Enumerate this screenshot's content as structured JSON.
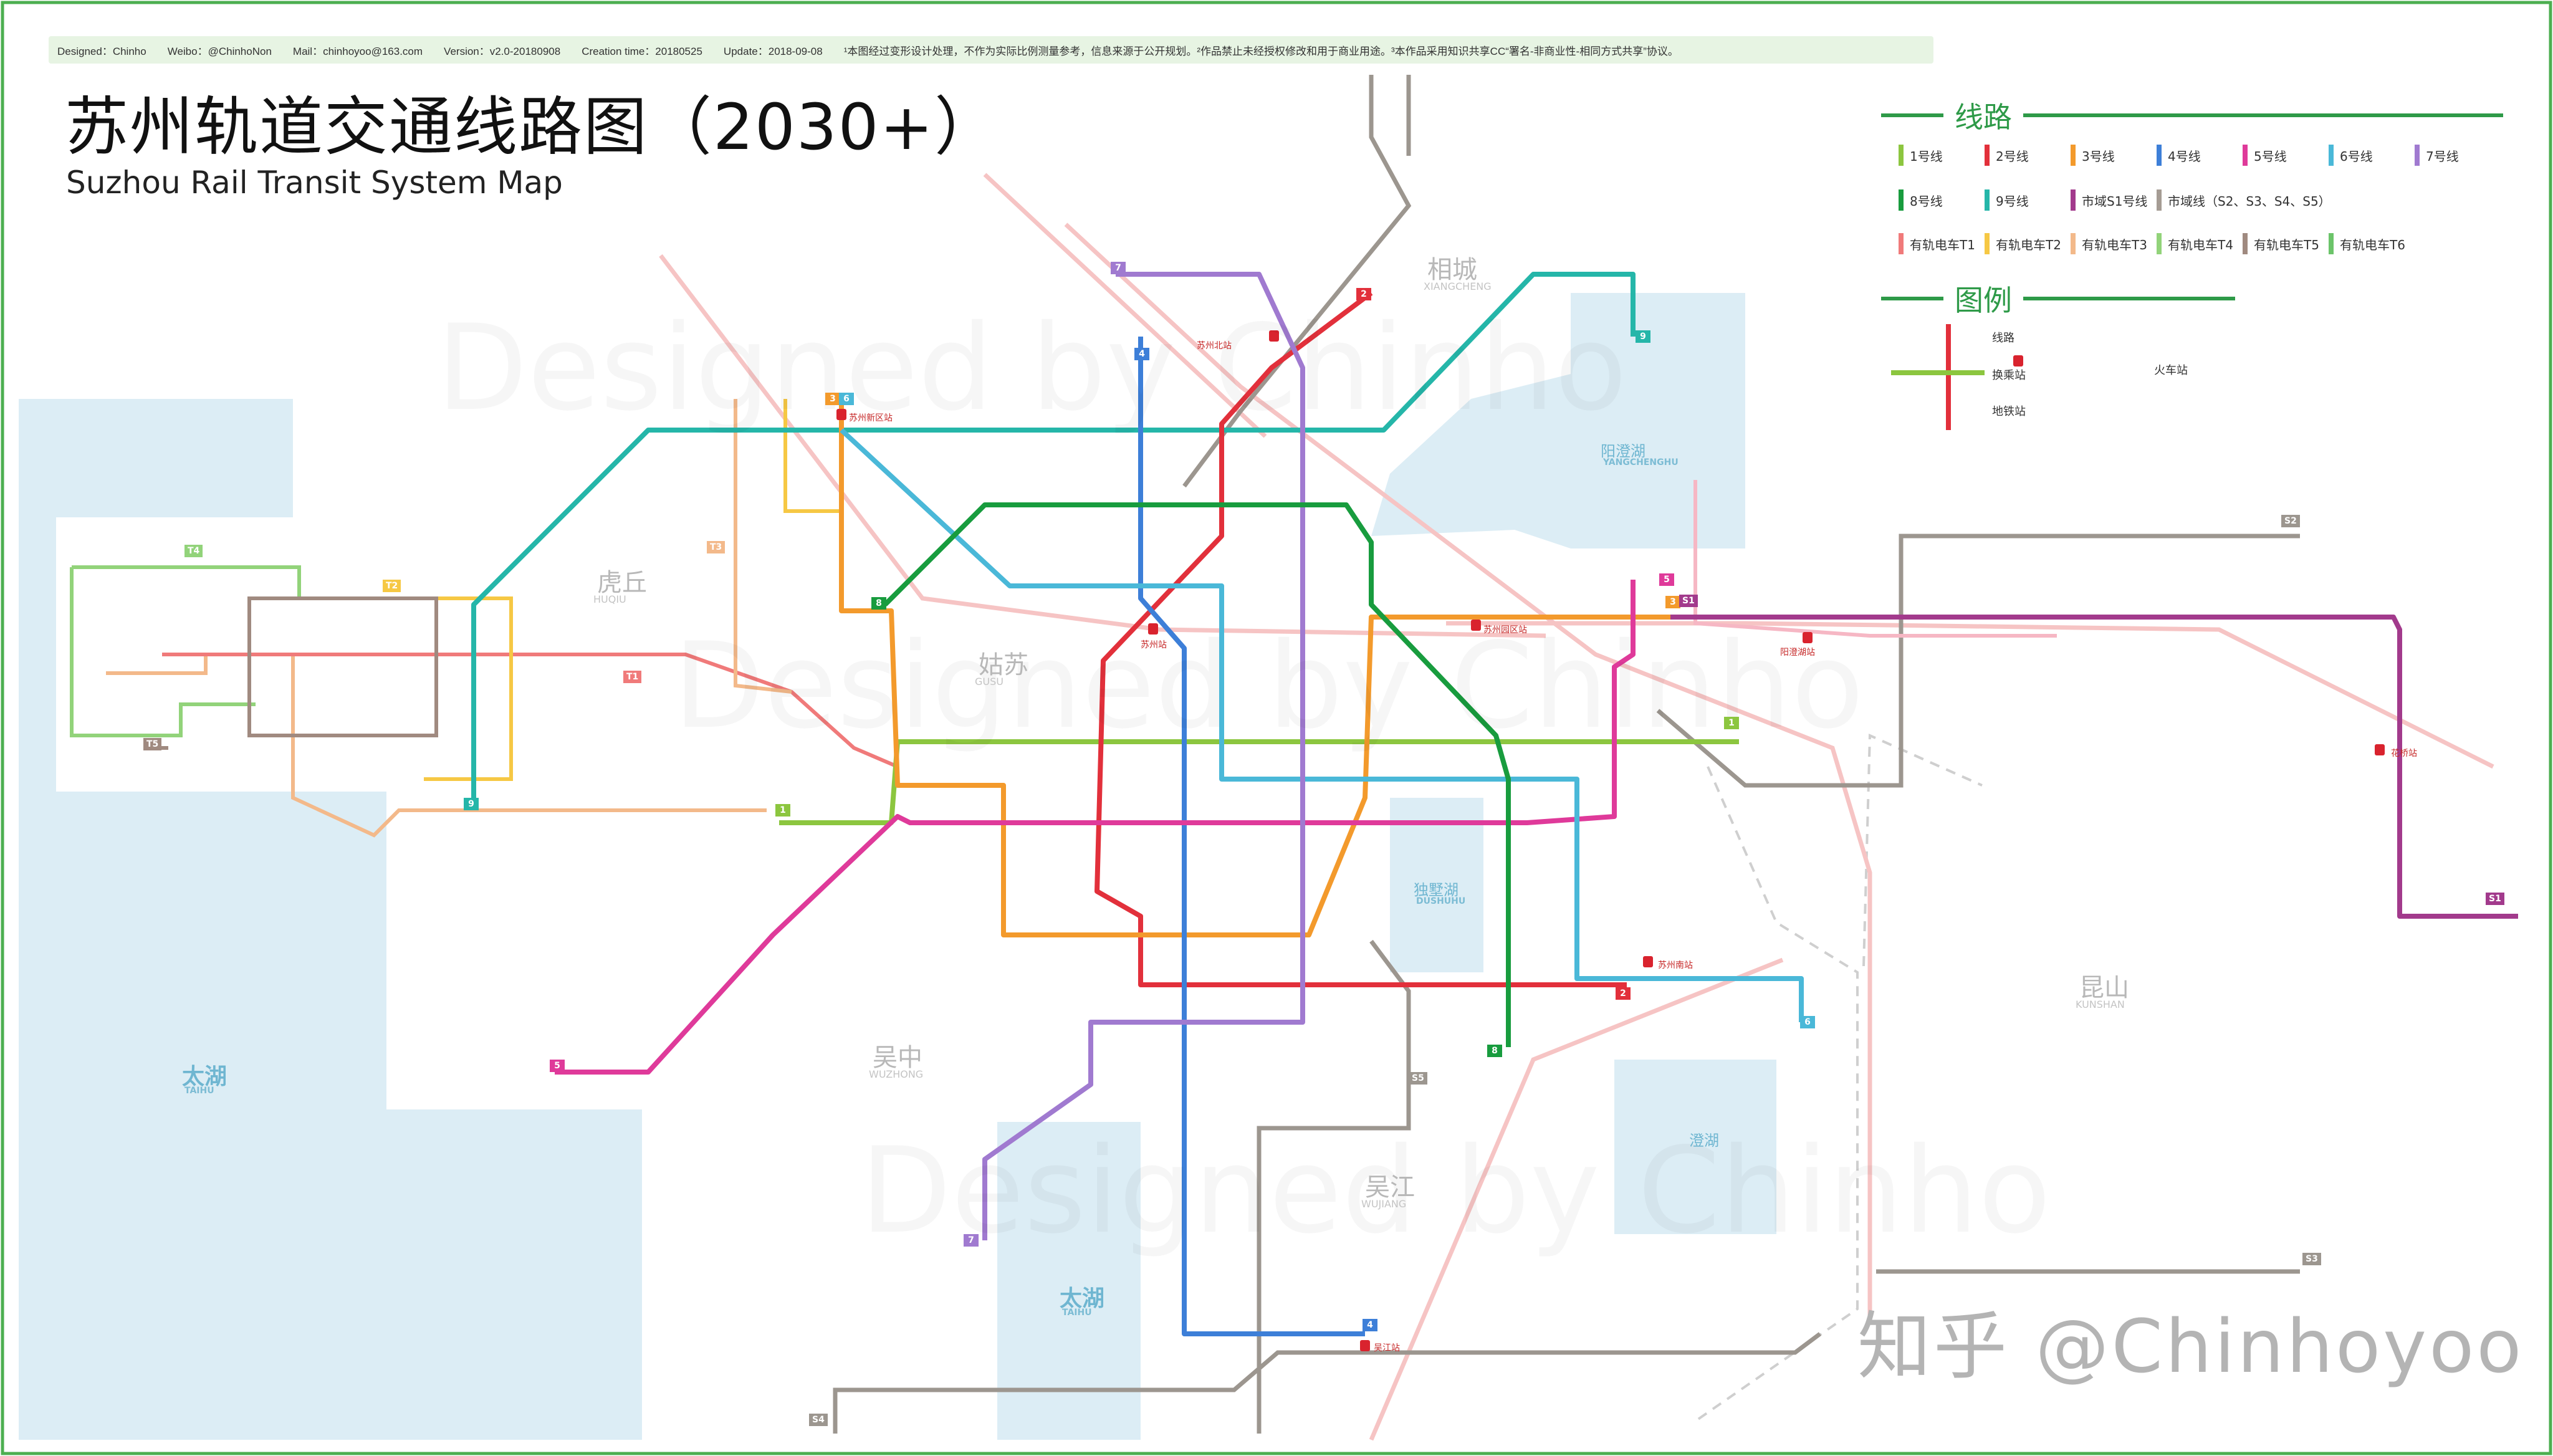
{
  "info": {
    "designed": "Designed：Chinho",
    "weibo": "Weibo：@ChinhoNon",
    "mail": "Mail：chinhoyoo@163.com",
    "version": "Version：v2.0-20180908",
    "creation": "Creation time：20180525",
    "update": "Update：2018-09-08",
    "note": "¹本图经过变形设计处理，不作为实际比例测量参考，信息来源于公开规划。²作品禁止未经授权修改和用于商业用途。³本作品采用知识共享CC“署名-非商业性-相同方式共享”协议。"
  },
  "title": "苏州轨道交通线路图（2030+）",
  "subtitle": "Suzhou Rail Transit System Map",
  "watermark": "Designed by Chinho",
  "footer_credit": "知乎 @Chinhoyoo",
  "legend": {
    "lines_heading": "线路",
    "symbols_heading": "图例",
    "lines": [
      {
        "label": "1号线",
        "color": "#8cc63f"
      },
      {
        "label": "2号线",
        "color": "#e2303b"
      },
      {
        "label": "3号线",
        "color": "#f39a2c"
      },
      {
        "label": "4号线",
        "color": "#3d7fd8"
      },
      {
        "label": "5号线",
        "color": "#df3a9a"
      },
      {
        "label": "6号线",
        "color": "#4ab8d8"
      },
      {
        "label": "7号线",
        "color": "#a07ad0"
      },
      {
        "label": "8号线",
        "color": "#189c3e"
      },
      {
        "label": "9号线",
        "color": "#25b6a9"
      },
      {
        "label": "市域S1号线",
        "color": "#a23a8c"
      },
      {
        "label": "市域线（S2、S3、S4、S5）",
        "color": "#a59c94"
      },
      {
        "label": "有轨电车T1",
        "color": "#f07a7a"
      },
      {
        "label": "有轨电车T2",
        "color": "#f6c844"
      },
      {
        "label": "有轨电车T3",
        "color": "#f3b98a"
      },
      {
        "label": "有轨电车T4",
        "color": "#92d37a"
      },
      {
        "label": "有轨电车T5",
        "color": "#a08a80"
      },
      {
        "label": "有轨电车T6",
        "color": "#6cc46a"
      }
    ],
    "symbols": {
      "line": "线路",
      "interchange": "换乘站",
      "station": "地铁站",
      "railway": "火车站"
    }
  },
  "districts": [
    {
      "name": "相城",
      "en": "XIANGCHENG"
    },
    {
      "name": "虎丘",
      "en": "HUQIU"
    },
    {
      "name": "姑苏",
      "en": "GUSU"
    },
    {
      "name": "吴中",
      "en": "WUZHONG"
    },
    {
      "name": "吴江",
      "en": "WUJIANG"
    },
    {
      "name": "昆山",
      "en": "KUNSHAN"
    }
  ],
  "lakes": [
    {
      "name": "太湖",
      "en": "TAIHU"
    },
    {
      "name": "太湖",
      "en": "TAIHU"
    },
    {
      "name": "阳澄湖",
      "en": "YANGCHENGHU"
    },
    {
      "name": "独墅湖",
      "en": "DUSHUHU"
    },
    {
      "name": "澄湖",
      "en": ""
    }
  ],
  "railway_stations": [
    "苏州北站",
    "苏州新区站",
    "苏州站",
    "苏州园区站",
    "阳澄湖站",
    "苏州南站",
    "吴江站",
    "花桥站"
  ],
  "line_badges": [
    "1",
    "1",
    "2",
    "2",
    "3",
    "3",
    "4",
    "4",
    "5",
    "5",
    "6",
    "6",
    "7",
    "7",
    "8",
    "8",
    "9",
    "9",
    "S1",
    "S1",
    "S2",
    "S3",
    "S4",
    "S5",
    "T1",
    "T2",
    "T3",
    "T4",
    "T5"
  ]
}
